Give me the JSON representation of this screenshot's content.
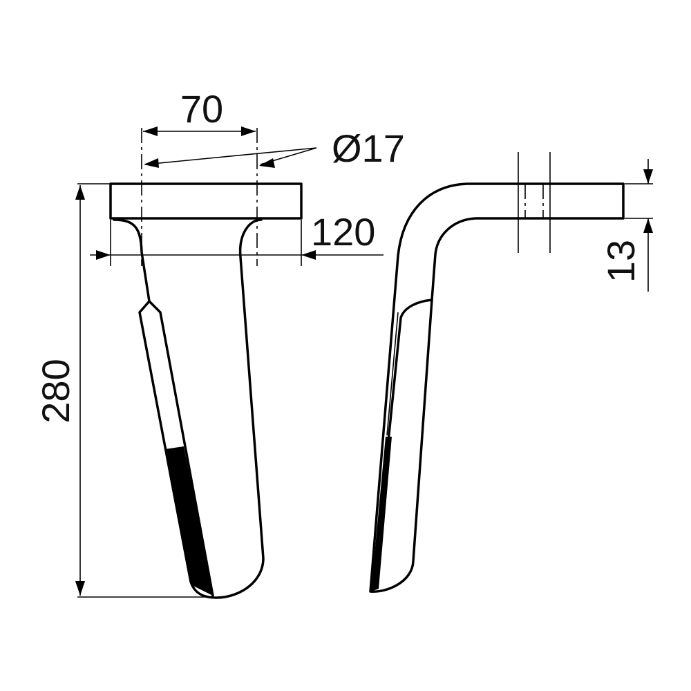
{
  "dimensions": {
    "hole_spacing": "70",
    "hole_diameter": "Ø17",
    "flange_width": "120",
    "total_height": "280",
    "thickness": "13"
  },
  "colors": {
    "line": "#000000",
    "background": "#ffffff"
  }
}
